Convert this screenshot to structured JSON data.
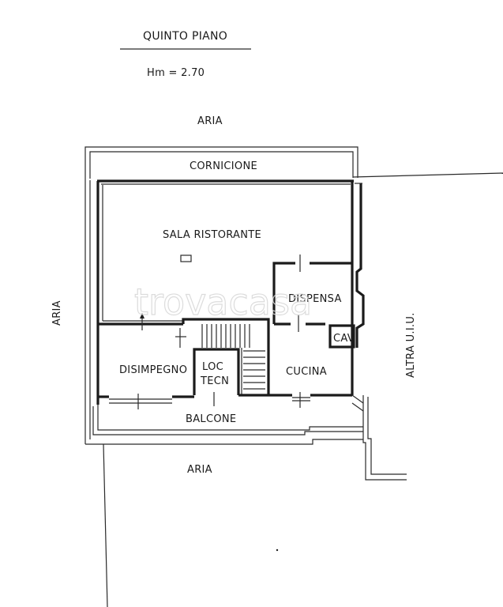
{
  "header": {
    "floor_title": "QUINTO PIANO",
    "height_note": "Hm = 2.70"
  },
  "labels": {
    "aria_top": "ARIA",
    "aria_left": "ARIA",
    "aria_bottom": "ARIA",
    "cornicione": "CORNICIONE",
    "sala_ristorante": "SALA RISTORANTE",
    "dispensa": "DISPENSA",
    "cav": "CAV",
    "disimpegno": "DISIMPEGNO",
    "loc": "LOC",
    "tecn": "TECN",
    "cucina": "CUCINA",
    "balcone": "BALCONE",
    "altra_uiu": "ALTRA U.I.U."
  },
  "watermark": {
    "text": "trovacasa"
  },
  "colors": {
    "line": "#1f1f1f",
    "watermark": "#d9d9d9",
    "background": "#ffffff"
  }
}
